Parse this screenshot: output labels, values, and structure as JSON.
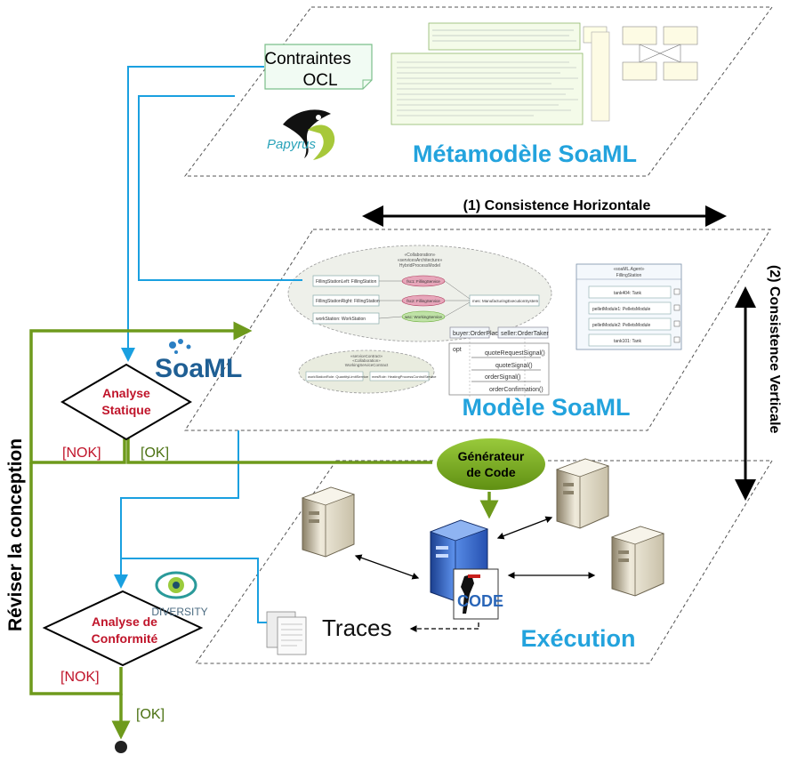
{
  "layers": {
    "metamodel": "Métamodèle SoaML",
    "model": "Modèle SoaML",
    "execution": "Exécution"
  },
  "consistency": {
    "horizontal": "(1) Consistence Horizontale",
    "vertical": "(2) Consistence Verticale"
  },
  "side_label": "Réviser la conception",
  "ocl_note": {
    "line1": "Contraintes",
    "line2": "OCL"
  },
  "logos": {
    "papyrus": "Papyrus",
    "soaml": "SoaML",
    "diversity": "DIVERSITY",
    "code": "CODE"
  },
  "decisions": {
    "static": {
      "line1": "Analyse",
      "line2": "Statique"
    },
    "conformity": {
      "line1": "Analyse de",
      "line2": "Conformité"
    }
  },
  "branch_labels": {
    "nok1": "[NOK]",
    "ok1": "[OK]",
    "nok2": "[NOK]",
    "ok2": "[OK]"
  },
  "generator": {
    "line1": "Générateur",
    "line2": "de Code"
  },
  "traces": "Traces",
  "model_detail": {
    "collab_top": "«Collaboration»",
    "collab_top2": "«servicesArchitecture»",
    "collab_top3": "HybridProcessModel",
    "parts": [
      "FillingStationLeft: FillingStation",
      "FillingStationRight: FillingStation",
      "workStation: WorkStation"
    ],
    "services": [
      "fsc1: FillingService",
      "fsc2: FillingService",
      "wsc: WorkingService"
    ],
    "mes": "mes: ManufacturingExecutionSystem",
    "roles": [
      "buyer:OrderPlacer",
      "seller:OrderTaker"
    ],
    "opt": "opt",
    "messages": [
      "quoteRequestSignal()",
      "quoteSignal()",
      "orderSignal()",
      "orderConfirmation()"
    ],
    "agent_header": "«soaML.Agent»",
    "agent_name": "FillingStation",
    "agent_parts": [
      "tank404: Tank",
      "pelletModule1: PelletsModule",
      "pelletModule2: PelletsModule",
      "tank101: Tank"
    ],
    "collab_bottom": "«serviceContract»",
    "collab_bottom2": "«Collaboration»",
    "collab_bottom3": "WorkingServiceContract",
    "bottom_parts": [
      "workStationRole: QuantityLimitService",
      "mesRole: HeatingProcessControlService"
    ]
  },
  "colors": {
    "blue": "#1aa0e0",
    "green": "#6e9a1c",
    "title": "#23a3dd",
    "red": "#c0142a"
  }
}
